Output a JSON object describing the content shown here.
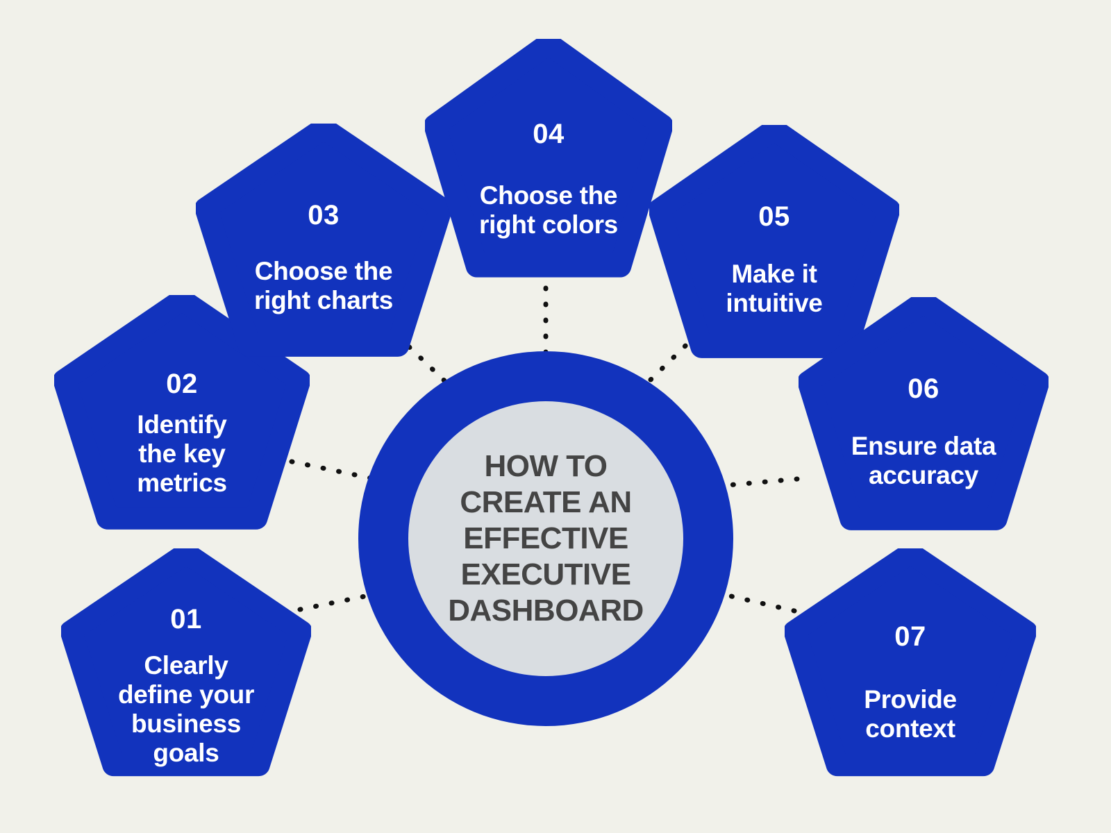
{
  "colors": {
    "background": "#f1f1ea",
    "node_fill": "#1233bd",
    "node_text": "#ffffff",
    "ring": "#1233bd",
    "disc": "#d9dde1",
    "center_text": "#444444",
    "connector": "#111111"
  },
  "center": {
    "title": "HOW TO\nCREATE AN\nEFFECTIVE\nEXECUTIVE\nDASHBOARD"
  },
  "nodes": [
    {
      "number": "01",
      "label": "Clearly\ndefine your\nbusiness\ngoals"
    },
    {
      "number": "02",
      "label": "Identify\nthe key\nmetrics"
    },
    {
      "number": "03",
      "label": "Choose the\nright charts"
    },
    {
      "number": "04",
      "label": "Choose the\nright colors"
    },
    {
      "number": "05",
      "label": "Make it\nintuitive"
    },
    {
      "number": "06",
      "label": "Ensure data\naccuracy"
    },
    {
      "number": "07",
      "label": "Provide\ncontext"
    }
  ]
}
